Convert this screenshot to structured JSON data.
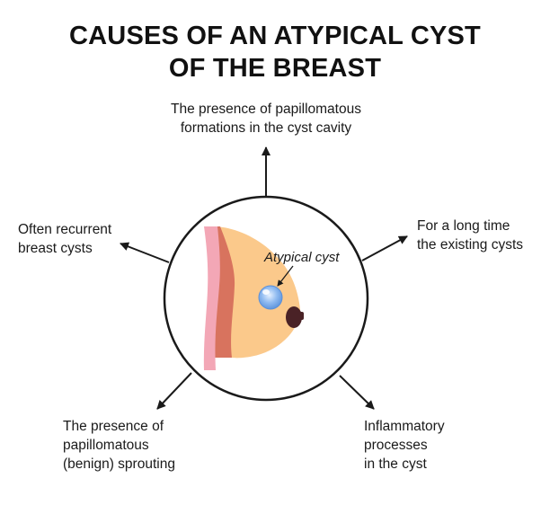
{
  "title": {
    "line1": "CAUSES OF AN ATYPICAL CYST",
    "line2": "OF THE BREAST"
  },
  "center": {
    "cyst_label": "Atypical cyst"
  },
  "causes": {
    "top": {
      "line1": "The presence of papillomatous",
      "line2": "formations in the cyst cavity"
    },
    "left": {
      "line1": "Often recurrent",
      "line2": "breast cysts"
    },
    "right": {
      "line1": "For a long time",
      "line2": "the existing cysts"
    },
    "bottom_left": {
      "line1": "The presence of",
      "line2": "papillomatous",
      "line3": "(benign) sprouting"
    },
    "bottom_right": {
      "line1": "Inflammatory",
      "line2": "processes",
      "line3": "in the cyst"
    }
  },
  "colors": {
    "skin_outer": "#f3a7b6",
    "muscle": "#d8735e",
    "breast_tissue": "#fbc98b",
    "nipple": "#4a2226",
    "cyst": "#7fb2ee",
    "outline": "#1a1a1a"
  }
}
